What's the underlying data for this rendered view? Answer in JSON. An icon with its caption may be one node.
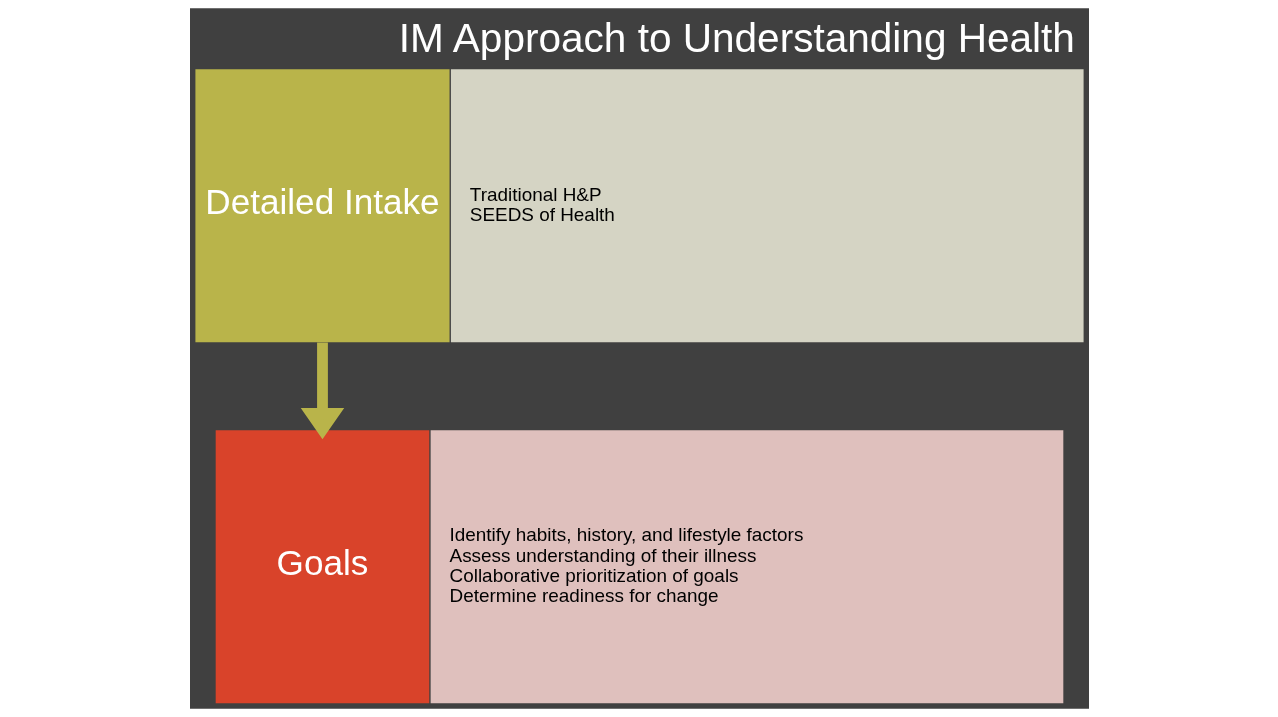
{
  "diagram": {
    "title": "IM Approach to Understanding Health",
    "nodes": [
      {
        "text": [
          "Detailed Intake"
        ]
      },
      {
        "text": [
          "Traditional H&P",
          "SEEDS of Health"
        ]
      },
      {
        "text": [
          "Goals"
        ]
      },
      {
        "text": [
          "Identify habits, history, and lifestyle factors",
          "Assess understanding of their illness",
          "Collaborative prioritization of goals",
          "Determine readiness for change"
        ]
      }
    ],
    "edges": [
      {
        "from": 0,
        "to": 2,
        "arrow": "to"
      }
    ]
  }
}
